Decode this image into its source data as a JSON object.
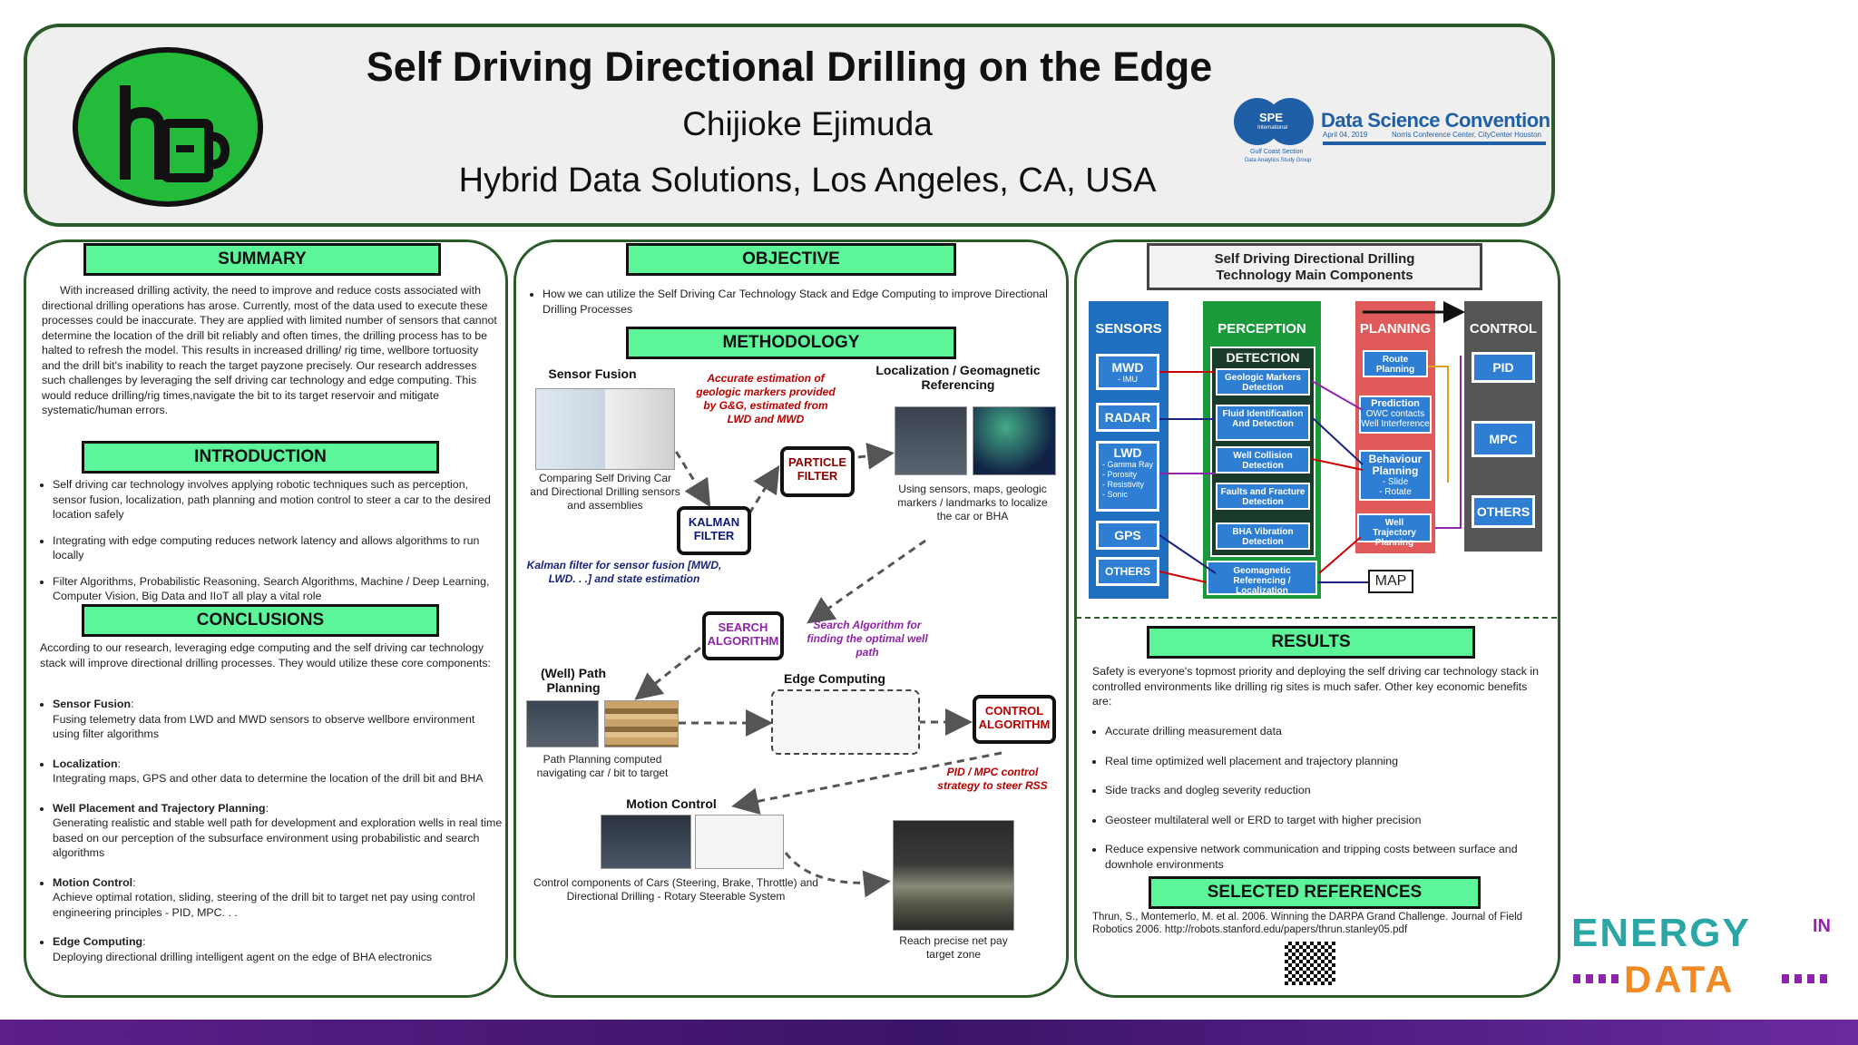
{
  "header": {
    "title": "Self Driving Directional Drilling on the Edge",
    "author": "Chijioke Ejimuda",
    "affiliation": "Hybrid Data Solutions, Los Angeles, CA, USA",
    "convention": {
      "org": "SPE",
      "org_sub": "International",
      "name": "Data Science Convention",
      "date": "April 04, 2019",
      "venue": "Norris Conference Center, CityCenter Houston",
      "section": "Gulf Coast Section",
      "group": "Data Analytics Study Group"
    }
  },
  "summary": {
    "heading": "SUMMARY",
    "text": "With increased drilling activity, the need to improve and reduce costs associated with directional drilling operations has arose. Currently, most of the data used to execute these processes could be inaccurate. They are applied with limited number of sensors that cannot determine the location of the drill bit reliably and often times, the drilling process has to be halted to refresh the model. This results in increased drilling/ rig time, wellbore tortuosity and the drill bit's inability to reach the target payzone precisely. Our research addresses such challenges by leveraging the self driving car technology and edge computing. This would reduce drilling/rig times,navigate the bit to its target reservoir and mitigate systematic/human errors."
  },
  "introduction": {
    "heading": "INTRODUCTION",
    "items": [
      "Self driving car technology involves applying robotic techniques such as perception, sensor fusion, localization, path planning and motion control to steer a car to the desired location safely",
      "Integrating with edge computing reduces network latency and allows algorithms to run locally",
      "Filter Algorithms, Probabilistic Reasoning, Search Algorithms, Machine / Deep Learning, Computer Vision, Big Data and IIoT all play a vital role"
    ]
  },
  "conclusions": {
    "heading": "CONCLUSIONS",
    "intro": "According to our research, leveraging edge computing and the self driving car technology stack will improve directional drilling processes. They would utilize these core components:",
    "items": [
      {
        "title": "Sensor Fusion",
        "text": "Fusing telemetry data from LWD and MWD sensors to observe wellbore environment using filter algorithms"
      },
      {
        "title": "Localization",
        "text": "Integrating maps, GPS and other data to determine the location of the drill bit and BHA"
      },
      {
        "title": "Well Placement and Trajectory Planning",
        "text": "Generating realistic and stable well path for development and exploration wells in real time based on our perception of the subsurface environment using probabilistic and search algorithms"
      },
      {
        "title": "Motion Control",
        "text": "Achieve optimal rotation, sliding, steering of the drill bit to target net pay using control engineering principles - PID, MPC. . ."
      },
      {
        "title": "Edge Computing",
        "text": "Deploying directional drilling intelligent agent on the edge of BHA electronics"
      }
    ]
  },
  "objective": {
    "heading": "OBJECTIVE",
    "item": "How we can utilize the Self Driving Car Technology Stack and Edge Computing to improve Directional Drilling Processes"
  },
  "methodology": {
    "heading": "METHODOLOGY",
    "sensor_fusion_label": "Sensor Fusion",
    "sensor_fusion_caption": "Comparing Self Driving Car and Directional Drilling sensors and assemblies",
    "geologic_note": "Accurate estimation of geologic markers provided by G&G, estimated from LWD and MWD",
    "particle_filter": "PARTICLE FILTER",
    "kalman_filter": "KALMAN FILTER",
    "kalman_note": "Kalman filter for sensor fusion [MWD, LWD. . .] and state estimation",
    "localization_label": "Localization / Geomagnetic Referencing",
    "localization_caption": "Using sensors, maps, geologic markers / landmarks to localize the car or BHA",
    "search_algorithm": "SEARCH ALGORITHM",
    "search_note": "Search Algorithm for finding the optimal well path",
    "path_planning_label": "(Well) Path Planning",
    "path_planning_caption": "Path Planning computed navigating car / bit to target",
    "edge_computing_label": "Edge Computing",
    "control_algorithm": "CONTROL ALGORITHM",
    "control_note": "PID / MPC control strategy to steer RSS",
    "motion_control_label": "Motion Control",
    "motion_control_caption": "Control components of Cars (Steering, Brake, Throttle) and Directional Drilling - Rotary Steerable System",
    "target_caption": "Reach precise net pay target zone"
  },
  "tech": {
    "heading": "Self Driving Directional Drilling Technology Main Components",
    "sensors": {
      "title": "SENSORS",
      "items": [
        "MWD",
        "RADAR",
        "LWD",
        "GPS",
        "OTHERS"
      ],
      "mwd_sub": "- IMU",
      "lwd_sub": [
        "- Gamma Ray",
        "- Porosity",
        "- Resistivity",
        "- Sonic"
      ]
    },
    "perception": {
      "title": "PERCEPTION",
      "detection": "DETECTION",
      "items": [
        "Geologic Markers Detection",
        "Fluid Identification And Detection",
        "Well Collision Detection",
        "Faults and Fracture Detection",
        "BHA Vibration Detection"
      ],
      "geomag": "Geomagnetic Referencing / Localization"
    },
    "planning": {
      "title": "PLANNING",
      "route": "Route Planning",
      "prediction": "Prediction",
      "prediction_sub": [
        "OWC contacts",
        "Well Interference"
      ],
      "behaviour": "Behaviour Planning",
      "behaviour_sub": [
        "- Slide",
        "- Rotate"
      ],
      "trajectory": "Well Trajectory Planning"
    },
    "control": {
      "title": "CONTROL",
      "items": [
        "PID",
        "MPC",
        "OTHERS"
      ]
    },
    "map": "MAP"
  },
  "results": {
    "heading": "RESULTS",
    "intro": "Safety is everyone's topmost priority and deploying the self driving car technology stack in controlled environments like drilling rig sites is much safer. Other key economic benefits are:",
    "items": [
      "Accurate drilling measurement data",
      "Real time optimized well placement and trajectory planning",
      "Side tracks and dogleg severity reduction",
      "Geosteer multilateral well or ERD to target with higher precision",
      "Reduce expensive network communication and tripping costs between surface and downhole environments"
    ]
  },
  "references": {
    "heading": "SELECTED REFERENCES",
    "text": "Thrun, S., Montemerlo, M. et al. 2006. Winning the DARPA Grand Challenge. Journal of Field Robotics 2006. http://robots.stanford.edu/papers/thrun.stanley05.pdf"
  },
  "brand": {
    "energy": "ENERGY",
    "in": "IN",
    "data": "DATA"
  },
  "colors": {
    "accent_green": "#5cf59a",
    "panel_border": "#2a5a2a",
    "diagram_blue": "#2e7fd4",
    "sensors_bg": "#1f6fc0",
    "perception_bg": "#1a9a3a",
    "planning_bg": "#e05a5a",
    "control_bg": "#555555"
  }
}
